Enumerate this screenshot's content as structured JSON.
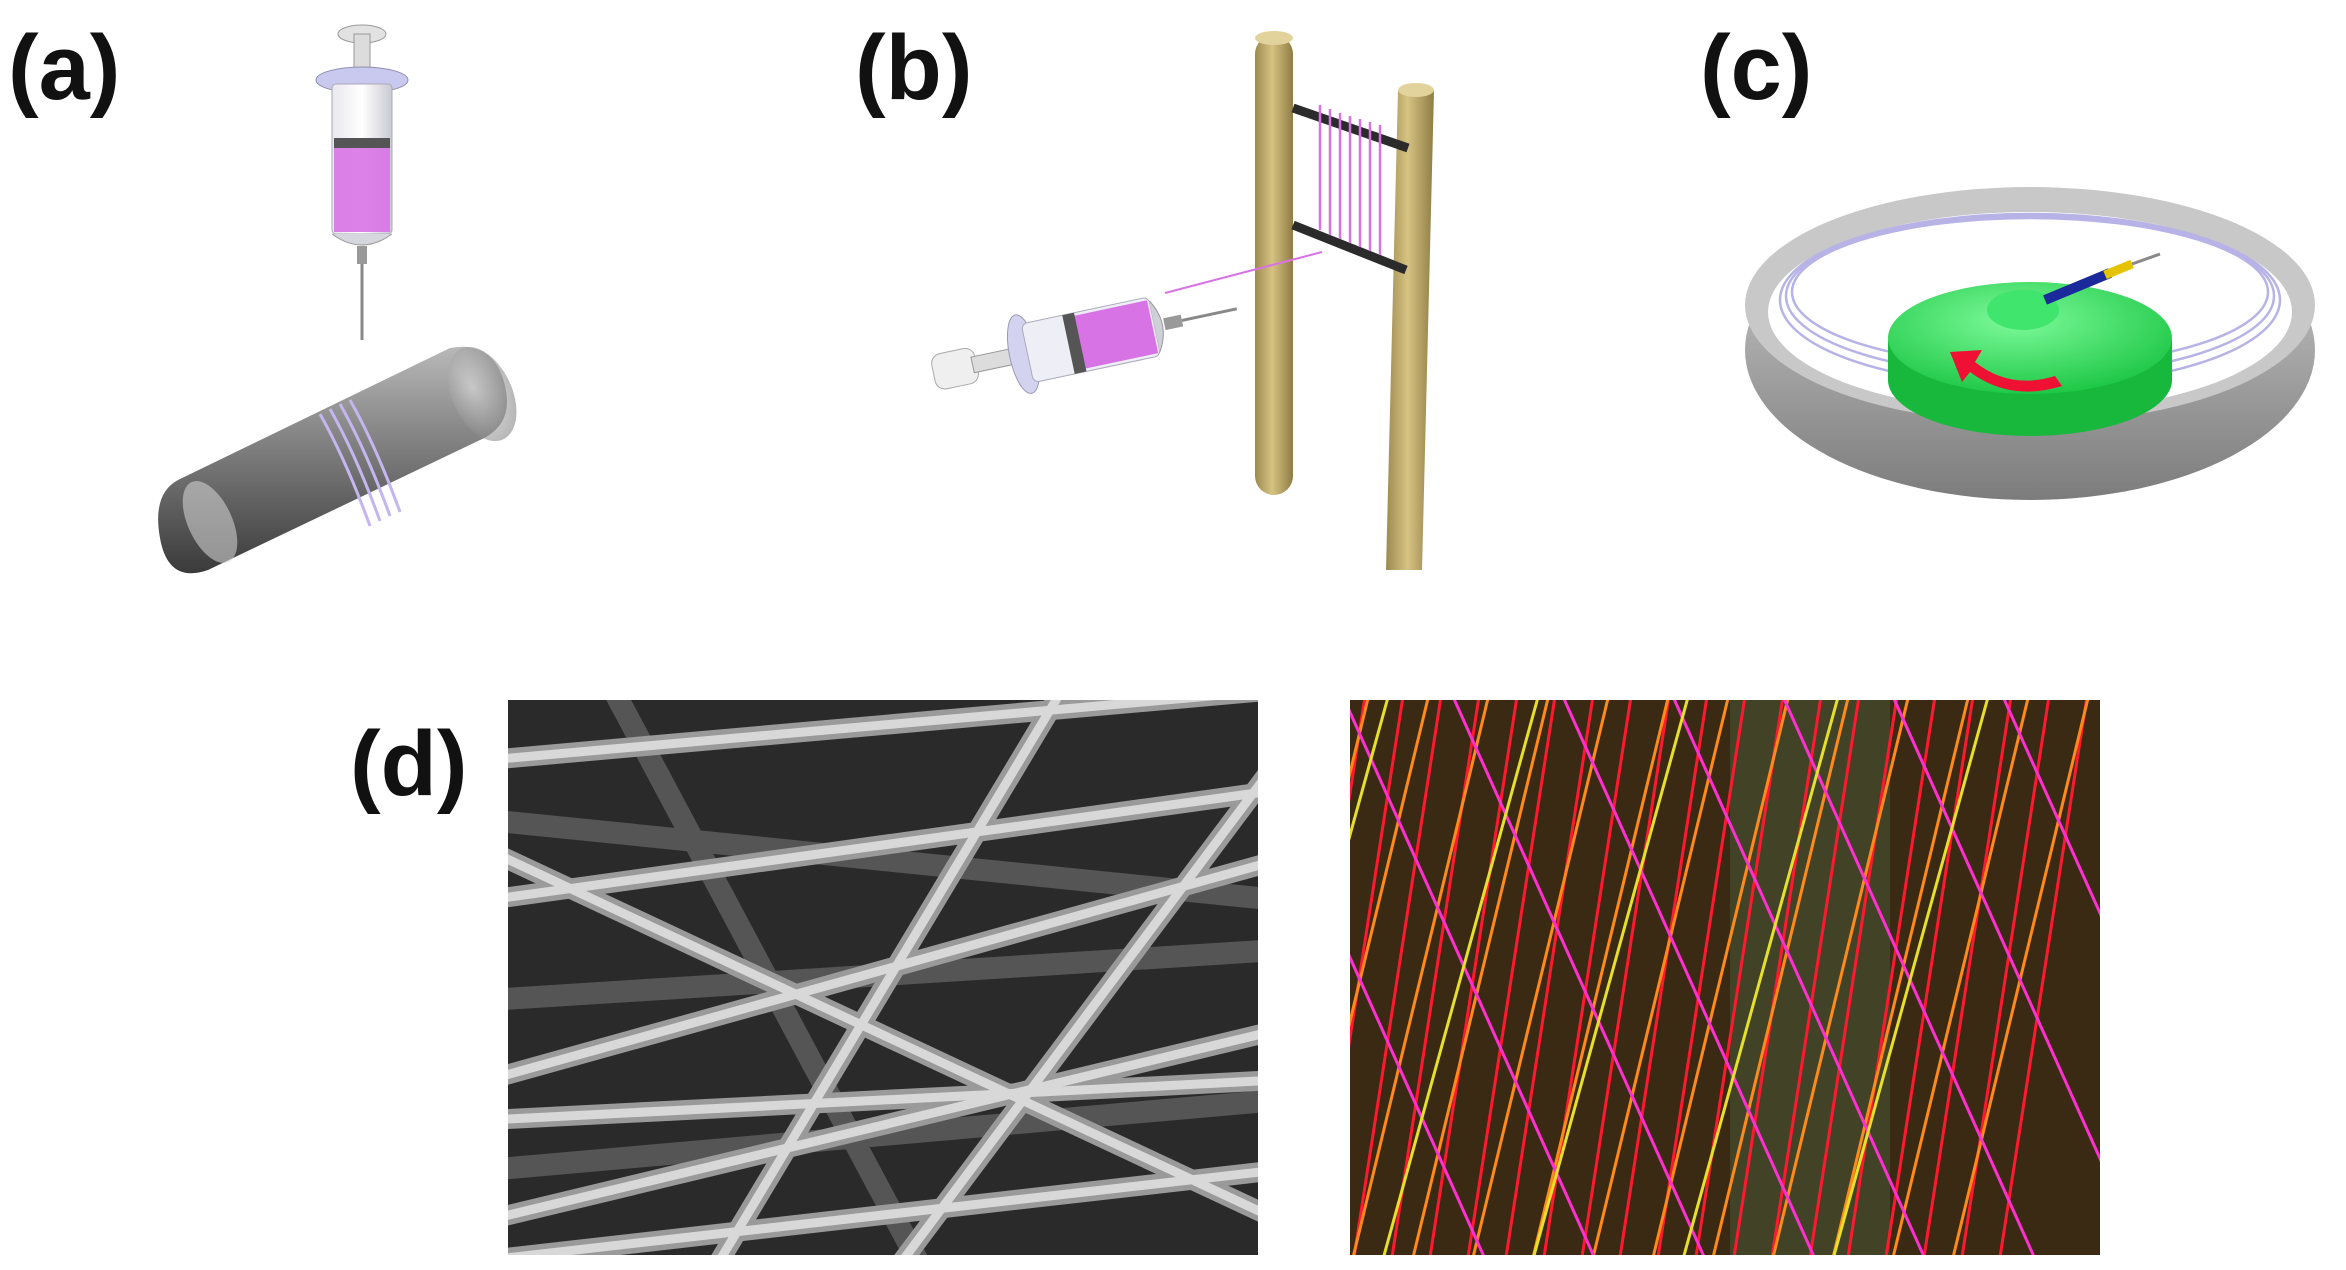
{
  "panels": {
    "a": {
      "label": "(a)"
    },
    "b": {
      "label": "(b)"
    },
    "c": {
      "label": "(c)"
    },
    "d": {
      "label": "(d)"
    }
  },
  "colors": {
    "solution": "#d873e6",
    "fiber_lavender": "#c4b6ef",
    "rod_tan": "#c8b273",
    "rotator_green": "#22dd55",
    "arrow_red": "#ee1133",
    "dish_gray": "#a9a9a9",
    "sem_background": "#2a2a2a",
    "fluo_background": "#3a2a14"
  },
  "icons": {
    "syringe": "syringe-icon",
    "drum": "rotating-drum-icon",
    "rods": "parallel-rods-icon",
    "dish": "dish-collector-icon",
    "rotation": "rotation-arrow-icon"
  }
}
